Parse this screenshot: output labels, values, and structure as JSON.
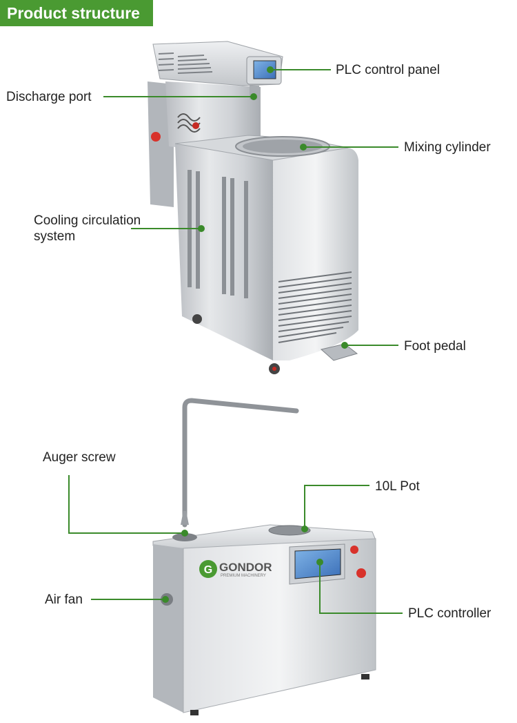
{
  "header": {
    "title": "Product structure"
  },
  "machine1": {
    "labels": {
      "plc_control_panel": "PLC control panel",
      "discharge_port": "Discharge port",
      "mixing_cylinder": "Mixing cylinder",
      "cooling_line1": "Cooling circulation",
      "cooling_line2": "system",
      "foot_pedal": "Foot pedal"
    }
  },
  "machine2": {
    "labels": {
      "auger_screw": "Auger screw",
      "pot": "10L Pot",
      "air_fan": "Air fan",
      "plc_controller": "PLC controller"
    },
    "logo": {
      "brand": "GONDOR",
      "tagline": "PREMIUM MACHINERY"
    }
  },
  "colors": {
    "accent": "#4a9a32",
    "steel": "#c9ccd0",
    "line": "#3a8a2a"
  }
}
